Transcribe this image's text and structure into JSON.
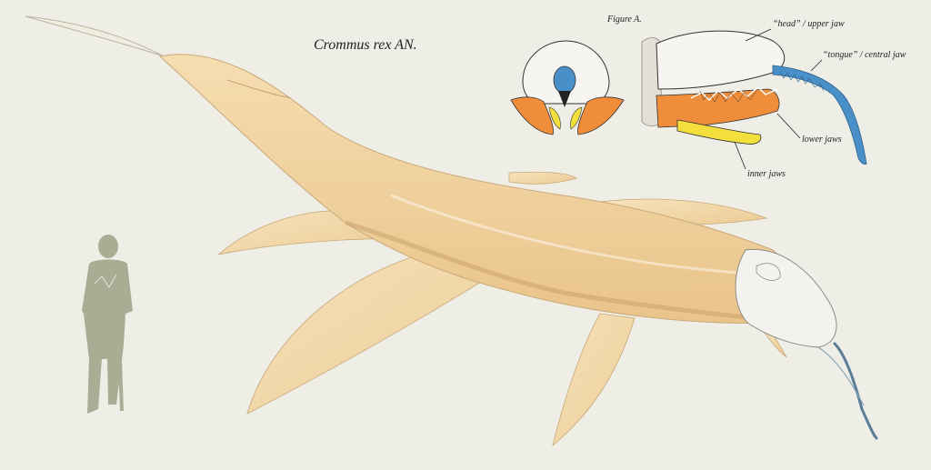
{
  "title": "Crommus rex AN.",
  "figure": {
    "label": "Figure A.",
    "callouts": {
      "head": "“head” / upper jaw",
      "tongue": "“tongue” / central jaw",
      "lower": "lower jaws",
      "inner": "inner jaws"
    }
  },
  "colors": {
    "background": "#eeede6",
    "body": "#f3d6a6",
    "head": "#f4f2ee",
    "tongue": "#4a90c8",
    "lower_jaw": "#f08d3a",
    "inner_jaw": "#f2df3c",
    "silhouette": "#a7ae94"
  }
}
